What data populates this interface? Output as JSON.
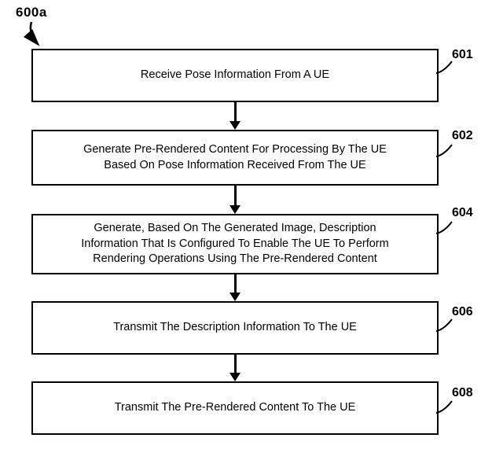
{
  "figure": {
    "label": "600a",
    "colors": {
      "ink": "#000000",
      "background": "#ffffff"
    },
    "steps": [
      {
        "ref": "601",
        "lines": [
          "Receive Pose Information From A UE"
        ]
      },
      {
        "ref": "602",
        "lines": [
          "Generate Pre-Rendered Content For Processing By The UE",
          "Based On Pose Information Received From The UE"
        ]
      },
      {
        "ref": "604",
        "lines": [
          "Generate, Based On The Generated Image, Description",
          "Information That Is Configured To Enable The UE To Perform",
          "Rendering Operations Using The Pre-Rendered Content"
        ]
      },
      {
        "ref": "606",
        "lines": [
          "Transmit The Description Information To The UE"
        ]
      },
      {
        "ref": "608",
        "lines": [
          "Transmit The Pre-Rendered Content To The UE"
        ]
      }
    ]
  }
}
